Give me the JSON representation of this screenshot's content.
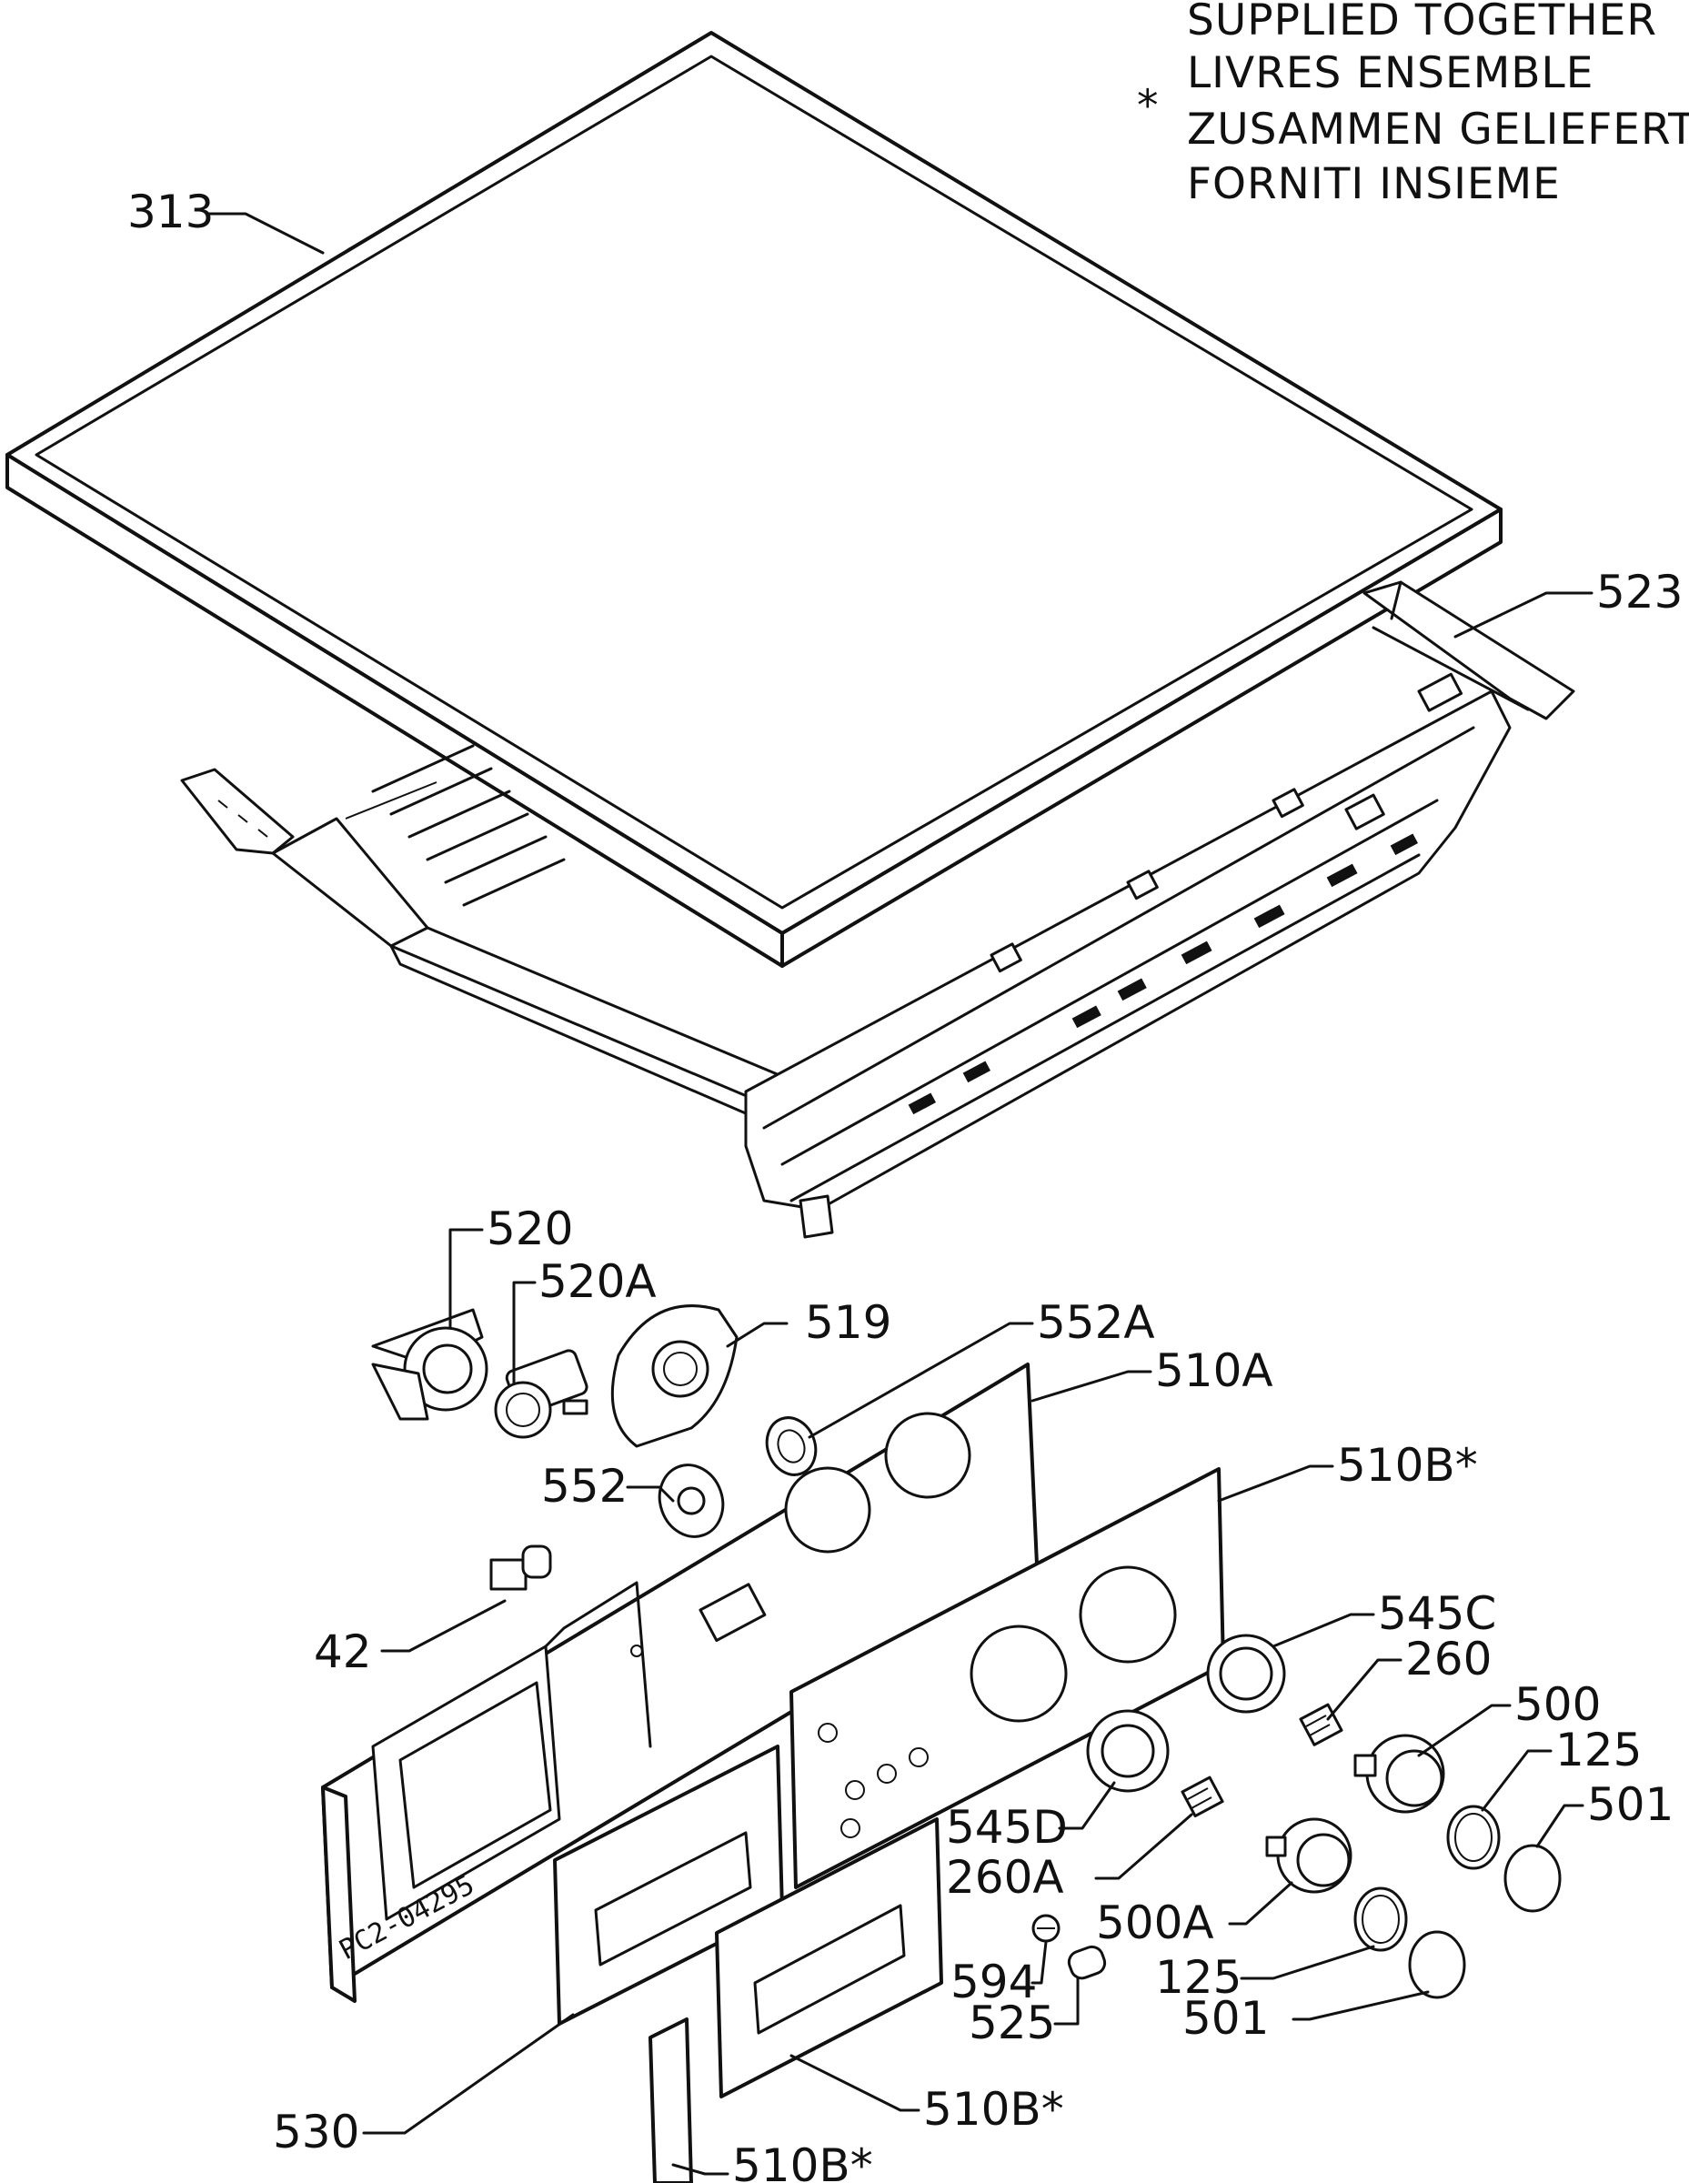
{
  "legend": {
    "symbol": "*",
    "lines": [
      "SUPPLIED TOGETHER",
      "LIVRES ENSEMBLE",
      "ZUSAMMEN GELIEFERT",
      "FORNITI INSIEME"
    ]
  },
  "drawing_code": "PC2-04295",
  "callouts": {
    "c313": "313",
    "c523": "523",
    "c520": "520",
    "c520A": "520A",
    "c519": "519",
    "c552A": "552A",
    "c510A": "510A",
    "c510B_1": "510B*",
    "c552": "552",
    "c42": "42",
    "c545C": "545C",
    "c260": "260",
    "c500": "500",
    "c125_1": "125",
    "c501_1": "501",
    "c545D": "545D",
    "c260A": "260A",
    "c500A": "500A",
    "c594": "594",
    "c125_2": "125",
    "c525": "525",
    "c501_2": "501",
    "c530": "530",
    "c510B_2": "510B*",
    "c510B_3": "510B*"
  }
}
